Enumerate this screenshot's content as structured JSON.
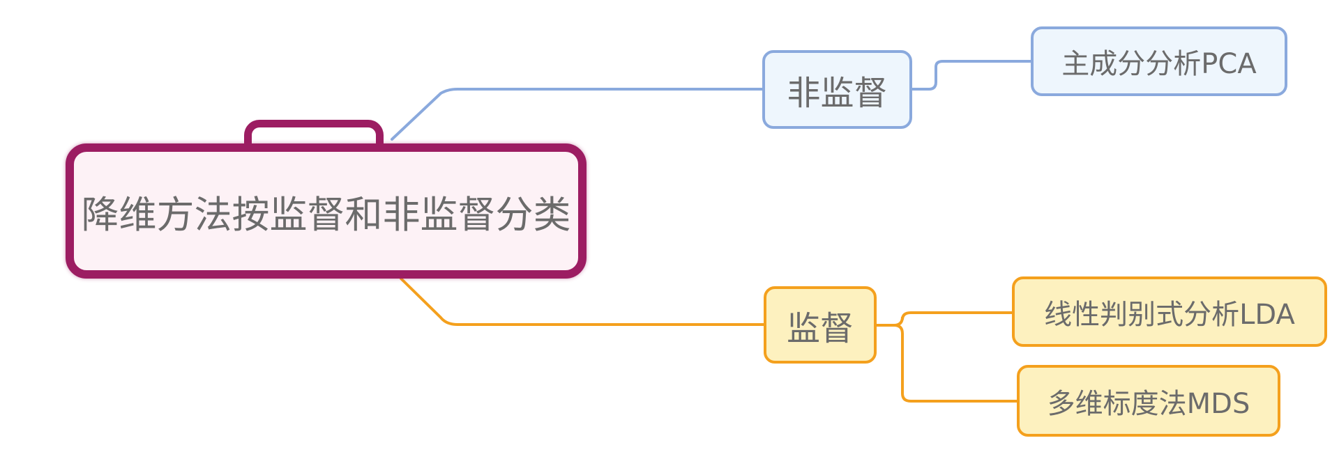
{
  "mindmap": {
    "root": {
      "label": "降维方法按监督和非监督分类"
    },
    "branches": [
      {
        "label": "非监督",
        "color": "#8aa9dd",
        "fill": "#eef6fd",
        "children": [
          {
            "label": "主成分分析PCA"
          }
        ]
      },
      {
        "label": "监督",
        "color": "#f4a01d",
        "fill": "#fdf1bf",
        "children": [
          {
            "label": "线性判别式分析LDA"
          },
          {
            "label": "多维标度法MDS"
          }
        ]
      }
    ]
  }
}
